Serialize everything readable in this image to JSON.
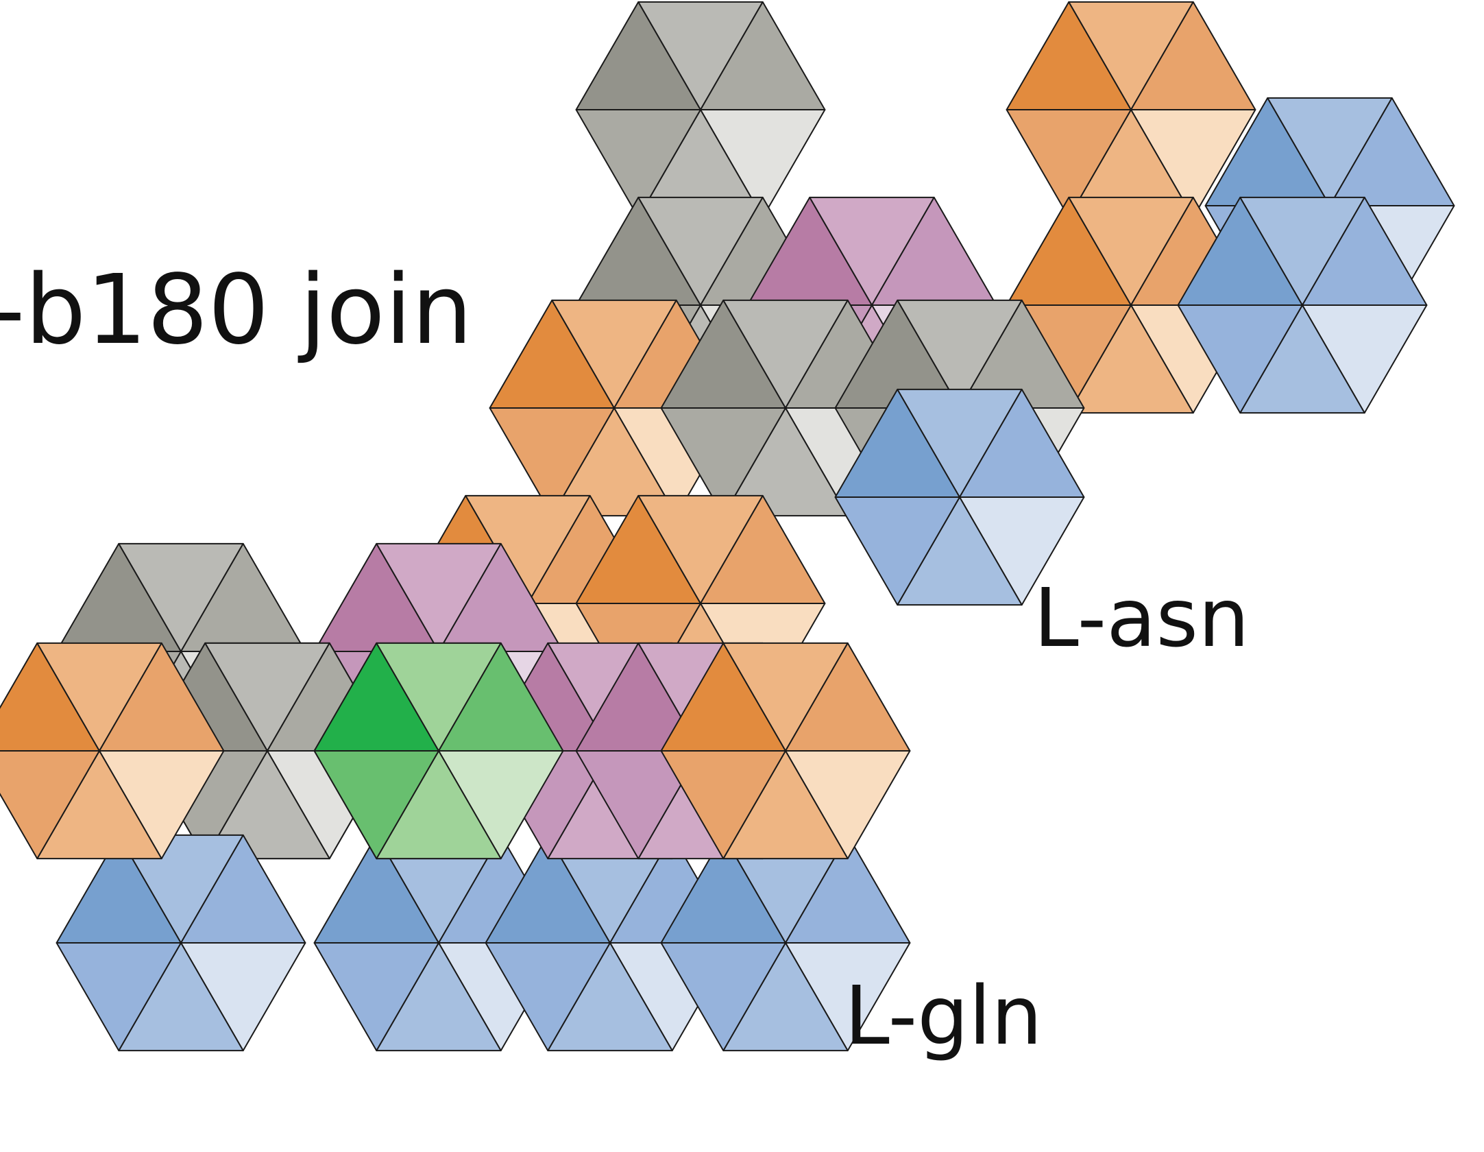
{
  "labels": {
    "title": "-b180 join",
    "asn": "L-asn",
    "gln": "L-gln"
  },
  "palette": {
    "edge": "#1a1a1a",
    "gray": {
      "light": "#e2e2df",
      "mid": "#babab5",
      "dark": "#aaaaa3",
      "deep": "#93938b"
    },
    "orange": {
      "light": "#f9ddc0",
      "mid": "#eeb583",
      "dark": "#e8a36b",
      "deep": "#e28b3e"
    },
    "purple": {
      "light": "#e6d6e5",
      "mid": "#d0a9c6",
      "dark": "#c597bb",
      "deep": "#b77ca5"
    },
    "blue": {
      "light": "#d9e3f1",
      "mid": "#a6bfe0",
      "dark": "#96b3dc",
      "deep": "#77a0cf"
    },
    "green": {
      "light": "#cde6c8",
      "mid": "#9fd399",
      "dark": "#68bf6f",
      "deep": "#22b04a"
    }
  },
  "tiles": [
    {
      "group": "gray",
      "shade": "light"
    },
    {
      "group": "orange",
      "shade": "light"
    },
    {
      "group": "blue",
      "shade": "light"
    },
    {
      "group": "gray",
      "shade": "light"
    },
    {
      "group": "purple",
      "shade": "light"
    },
    {
      "group": "orange",
      "shade": "light"
    },
    {
      "group": "blue",
      "shade": "light"
    },
    {
      "group": "orange",
      "shade": "light"
    },
    {
      "group": "gray",
      "shade": "light"
    },
    {
      "group": "gray",
      "shade": "light"
    },
    {
      "group": "orange",
      "shade": "light"
    },
    {
      "group": "orange",
      "shade": "light"
    },
    {
      "group": "gray",
      "shade": "light"
    },
    {
      "group": "purple",
      "shade": "light"
    },
    {
      "group": "purple",
      "shade": "light"
    },
    {
      "group": "blue",
      "shade": "light"
    },
    {
      "group": "gray",
      "shade": "light"
    },
    {
      "group": "blue",
      "shade": "light"
    },
    {
      "group": "blue",
      "shade": "light"
    },
    {
      "group": "blue",
      "shade": "light"
    },
    {
      "group": "blue",
      "shade": "light"
    },
    {
      "group": "purple",
      "shade": "light"
    },
    {
      "group": "purple",
      "shade": "light"
    },
    {
      "group": "orange",
      "shade": "light"
    },
    {
      "group": "green",
      "shade": "light"
    },
    {
      "group": "purple",
      "shade": "light"
    },
    {
      "group": "orange",
      "shade": "light"
    }
  ]
}
